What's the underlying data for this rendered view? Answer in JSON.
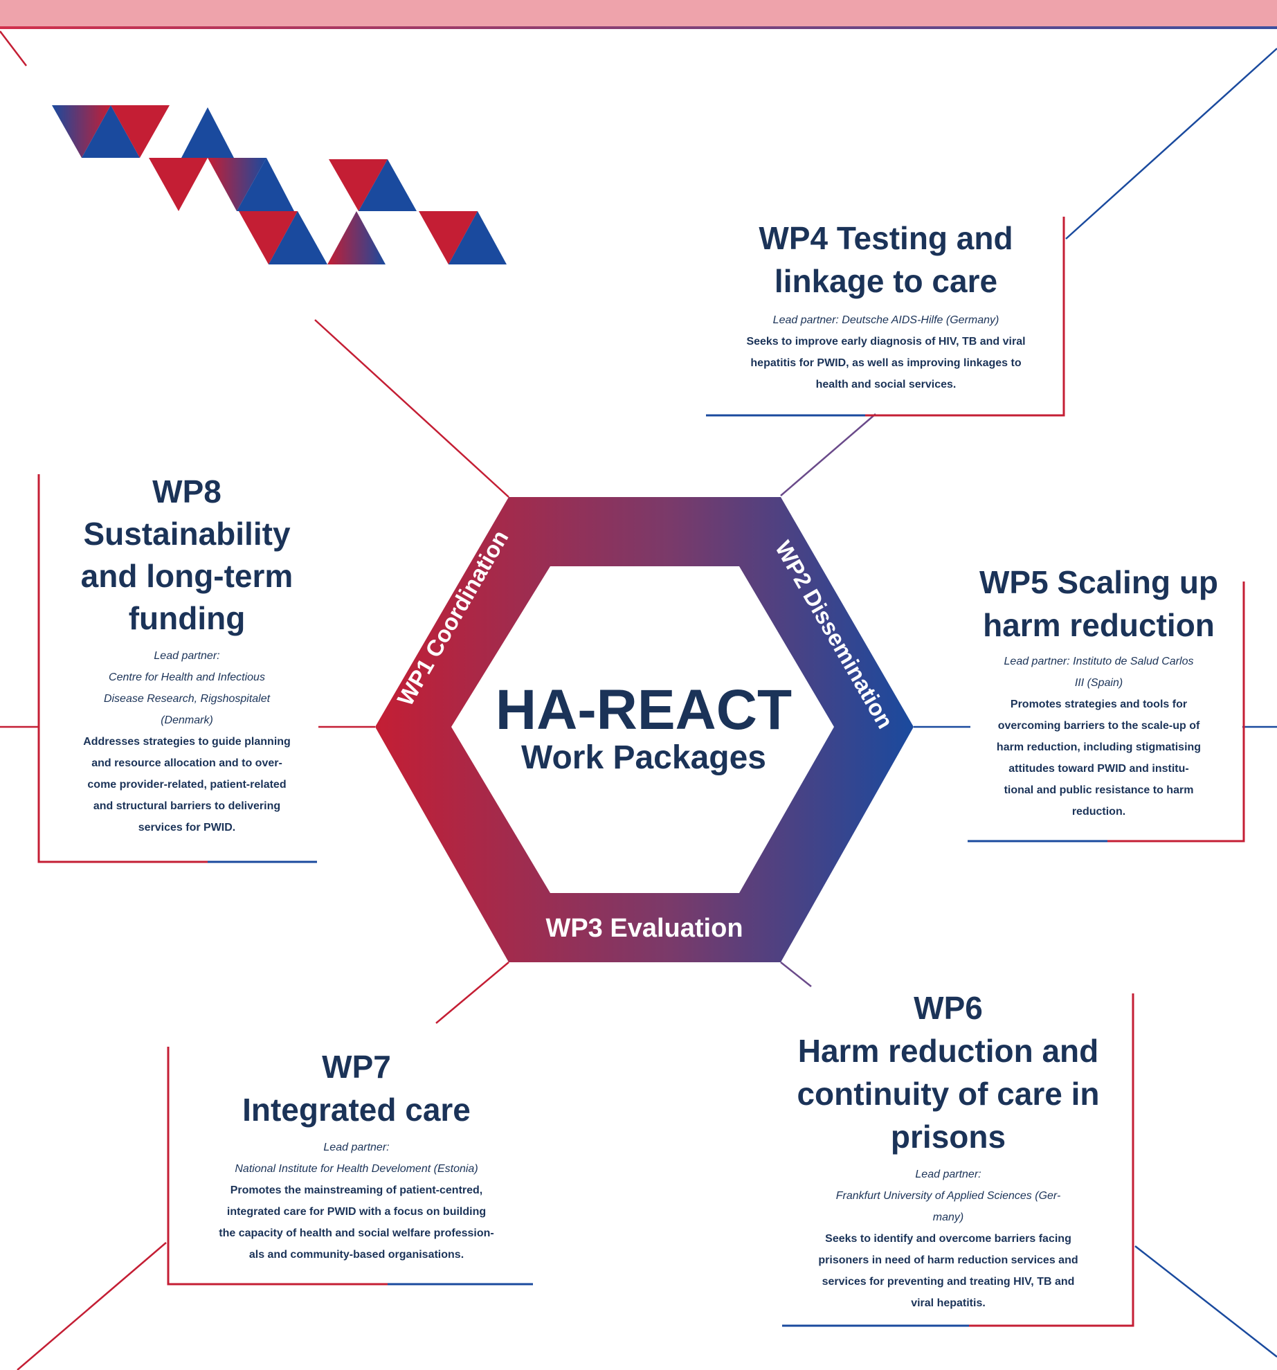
{
  "center": {
    "title": "HA-REACT",
    "subtitle": "Work Packages"
  },
  "hex_labels": {
    "wp1": "WP1 Coordination",
    "wp2": "WP2 Dissemination",
    "wp3": "WP3 Evaluation"
  },
  "boxes": {
    "wp4": {
      "title": [
        "WP4 Testing and",
        "linkage to care"
      ],
      "lead": [
        "Lead partner: Deutsche AIDS-Hilfe (Germany)"
      ],
      "desc": [
        "Seeks to improve early diagnosis of HIV, TB and viral",
        "hepatitis for PWID, as well as improving linkages to",
        "health and social services."
      ]
    },
    "wp5": {
      "title": [
        "WP5 Scaling up",
        "harm reduction"
      ],
      "lead": [
        "Lead partner: Instituto de Salud Carlos",
        "III (Spain)"
      ],
      "desc": [
        "Promotes strategies and tools for",
        "overcoming barriers to the scale-up of",
        "harm reduction, including stigmatising",
        "attitudes toward PWID and institu-",
        "tional and public resistance to harm",
        "reduction."
      ]
    },
    "wp6": {
      "title": [
        "WP6",
        "Harm reduction and",
        "continuity of care in",
        "prisons"
      ],
      "lead": [
        "Lead partner:",
        "Frankfurt University of Applied Sciences (Ger-",
        "many)"
      ],
      "desc": [
        "Seeks to identify and overcome barriers facing",
        "prisoners in need of harm reduction services and",
        "services for preventing and treating HIV, TB and",
        "viral hepatitis."
      ]
    },
    "wp7": {
      "title": [
        "WP7",
        "Integrated care"
      ],
      "lead": [
        "Lead partner:",
        "National Institute for Health Develoment (Estonia)"
      ],
      "desc": [
        "Promotes the mainstreaming of patient-centred,",
        "integrated care for PWID with a focus on building",
        "the capacity of health and social welfare profession-",
        "als and community-based organisations."
      ]
    },
    "wp8": {
      "title": [
        "WP8",
        "Sustainability",
        "and long-term",
        "funding"
      ],
      "lead": [
        "Lead partner:",
        "Centre for Health and Infectious",
        "Disease Research, Rigshospitalet",
        "(Denmark)"
      ],
      "desc": [
        "Addresses strategies to guide planning",
        "and resource allocation and to over-",
        "come provider-related, patient-related",
        "and structural barriers to delivering",
        "services for PWID."
      ]
    }
  },
  "colors": {
    "red": "#c0203a",
    "blue": "#1c4e9c",
    "navy": "#1b3358",
    "banner": "#eea3ab"
  }
}
